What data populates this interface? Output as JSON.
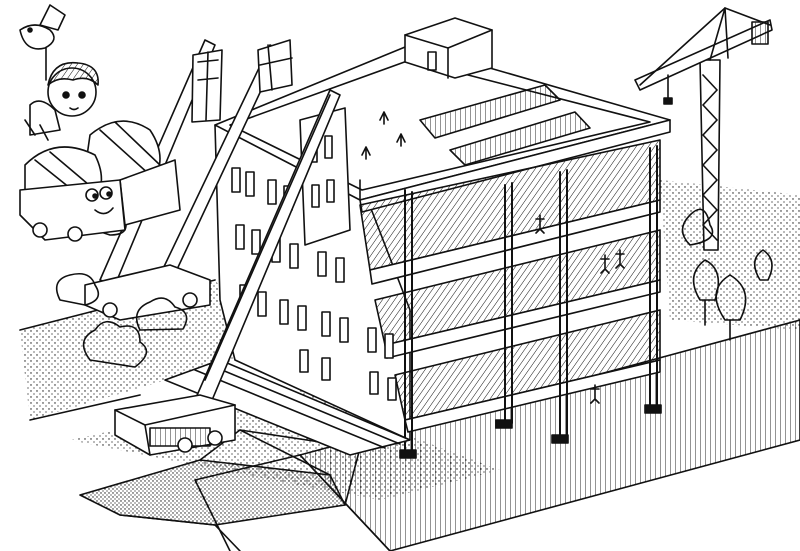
{
  "illustration": {
    "style": "black ink line drawing on white",
    "colors": {
      "ink": "#111111",
      "paper": "#ffffff"
    },
    "subjects": [
      "building-cutaway",
      "tower-crane",
      "truck-cranes",
      "concrete-mixer-trucks",
      "child-figure",
      "bird-on-pole",
      "workers",
      "trees-and-shrubs",
      "excavation-trench"
    ]
  }
}
